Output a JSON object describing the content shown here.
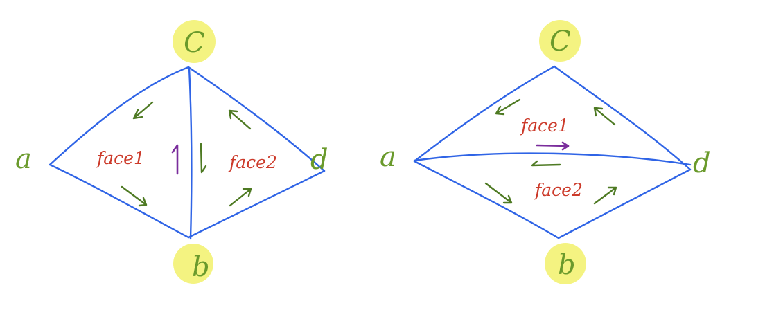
{
  "colors": {
    "edge": "#2f64e6",
    "vertex_label": "#6a9a2c",
    "face_label": "#cc3a2a",
    "direction_arrow": "#4e7a23",
    "inner_edge_arrow": "#7a2d9c",
    "highlight": "#f3f27a"
  },
  "diagrams": [
    {
      "vertices": {
        "a": "a",
        "b": "b",
        "c": "C",
        "d": "d"
      },
      "faces": {
        "face1": "face1",
        "face2": "face2"
      }
    },
    {
      "vertices": {
        "a": "a",
        "b": "b",
        "c": "C",
        "d": "d"
      },
      "faces": {
        "face1": "face1",
        "face2": "face2"
      }
    }
  ]
}
